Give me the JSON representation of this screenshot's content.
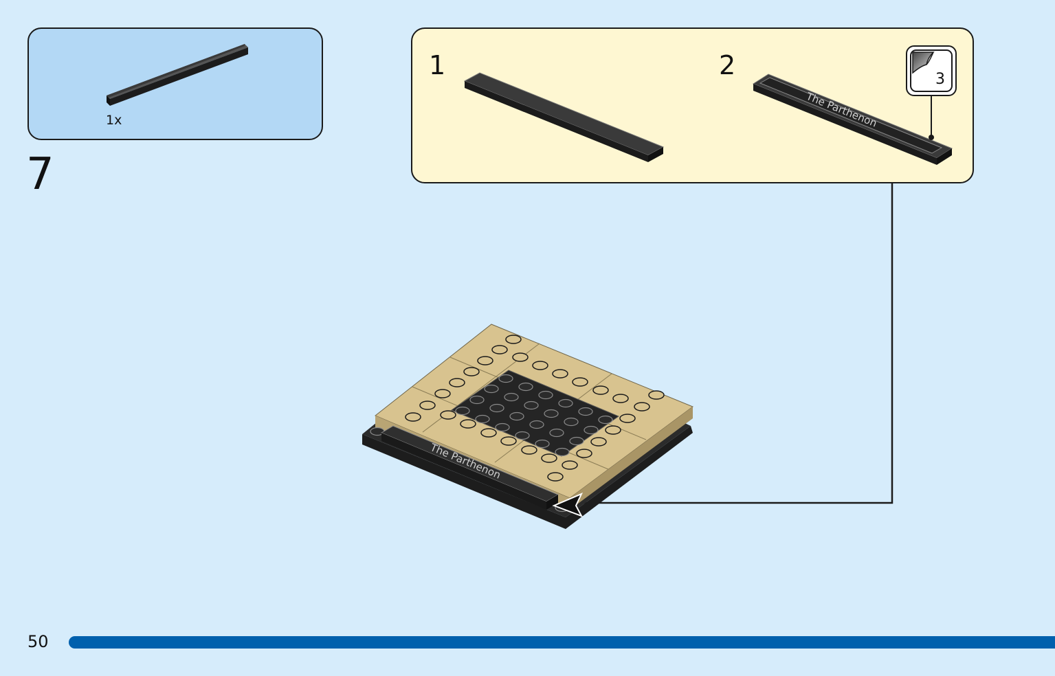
{
  "step": {
    "number": "7",
    "parts": [
      {
        "quantity": "1x",
        "color": "#2b2b2b"
      }
    ]
  },
  "sub_assembly": {
    "steps": [
      {
        "number": "1"
      },
      {
        "number": "2",
        "sticker_text": "The Parthenon"
      }
    ],
    "sticker": {
      "number": "3"
    }
  },
  "model": {
    "plate_text": "The Parthenon",
    "colors": {
      "tan": "#d8c38f",
      "black": "#2b2b2b"
    }
  },
  "footer": {
    "page_number": "50",
    "progress": 1.0,
    "progress_color": "#0060ad"
  }
}
